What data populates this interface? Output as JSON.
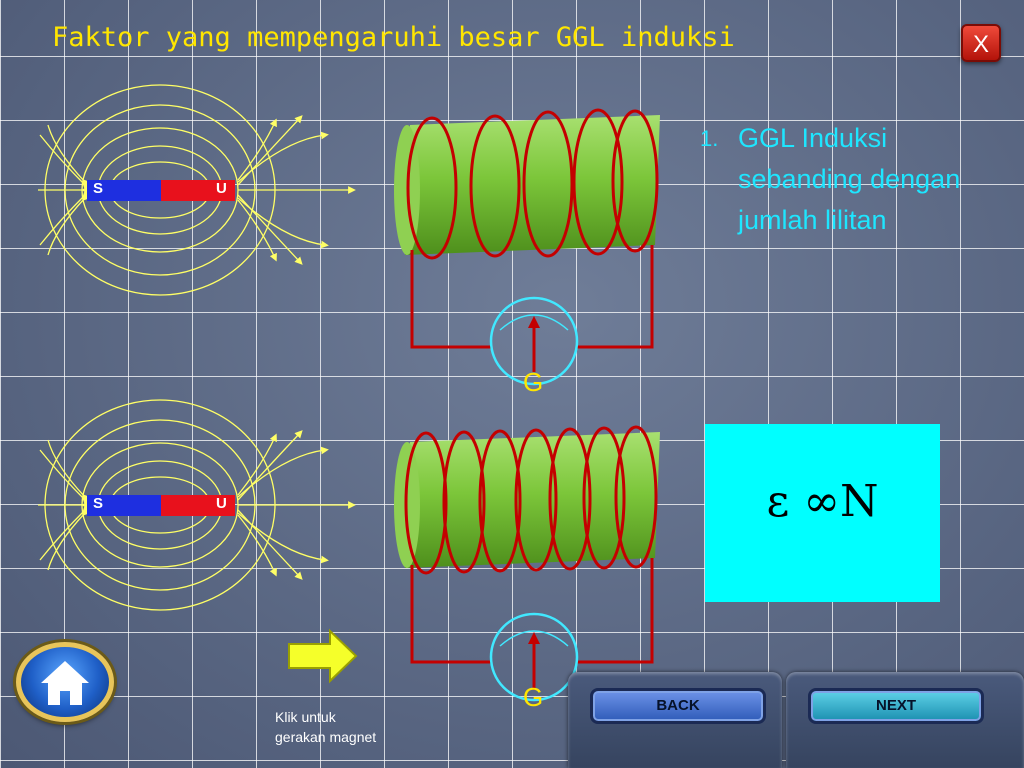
{
  "title": "Faktor yang mempengaruhi besar GGL induksi",
  "close_label": "X",
  "magnet": {
    "south_label": "S",
    "north_label": "U"
  },
  "galvanometer_label": "G",
  "statement": {
    "number": "1.",
    "text": "GGL Induksi sebanding dengan jumlah lilitan"
  },
  "formula": "ε ∞N",
  "hint": {
    "line1": "Klik  untuk",
    "line2": "gerakan magnet"
  },
  "nav": {
    "back_label": "BACK",
    "next_label": "NEXT"
  },
  "icons": [
    "close-icon",
    "home-icon",
    "right-arrow-icon",
    "galvanometer-icon"
  ],
  "colors": {
    "title": "#ffe600",
    "statement": "#1ee6ff",
    "formula_box": "#00ffff",
    "coil": "#cc0000",
    "solenoid": "#7cc63a"
  }
}
